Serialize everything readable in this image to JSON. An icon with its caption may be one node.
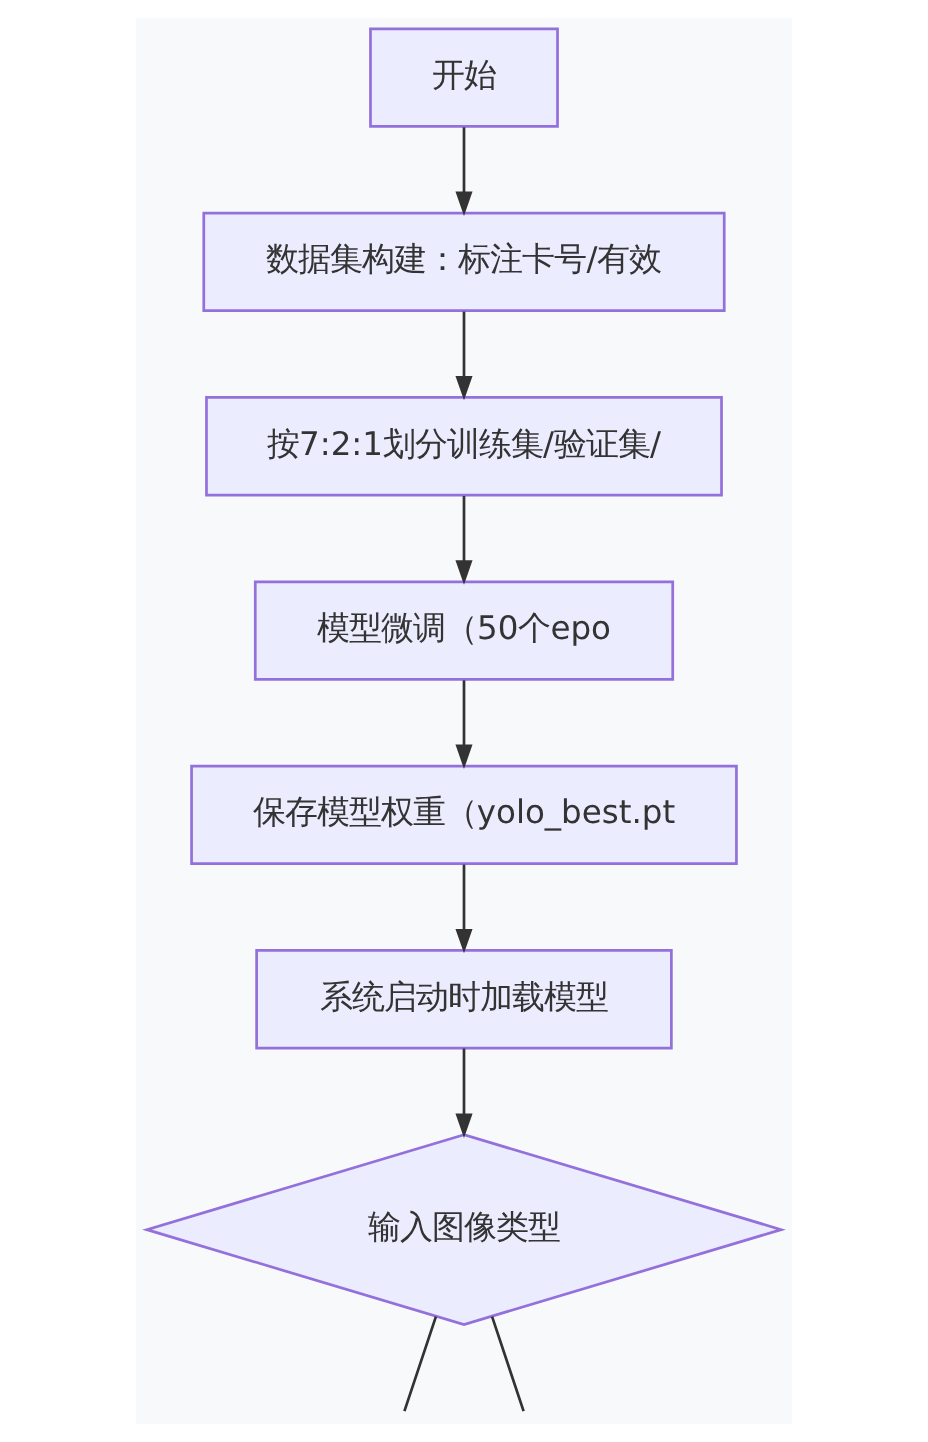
{
  "diagram": {
    "nodes": [
      {
        "text": [
          "开始"
        ]
      },
      {
        "text": [
          "数据集构建：标注卡号/有效"
        ]
      },
      {
        "text": [
          "按7:2:1划分训练集/验证集/"
        ]
      },
      {
        "text": [
          "模型微调（50个epo"
        ]
      },
      {
        "text": [
          "保存模型权重（yolo_best.pt"
        ]
      },
      {
        "text": [
          "系统启动时加载模型"
        ]
      },
      {
        "text": [
          "输入图像类型"
        ]
      }
    ],
    "edges": [
      {
        "from": 0,
        "to": 1,
        "arrow": "to"
      },
      {
        "from": 1,
        "to": 2,
        "arrow": "to"
      },
      {
        "from": 2,
        "to": 3,
        "arrow": "to"
      },
      {
        "from": 3,
        "to": 4,
        "arrow": "to"
      },
      {
        "from": 4,
        "to": 5,
        "arrow": "to"
      },
      {
        "from": 5,
        "to": 6,
        "arrow": "to"
      },
      {
        "from": 6,
        "to": null,
        "arrow": "none"
      },
      {
        "from": 6,
        "to": null,
        "arrow": "none"
      }
    ]
  }
}
